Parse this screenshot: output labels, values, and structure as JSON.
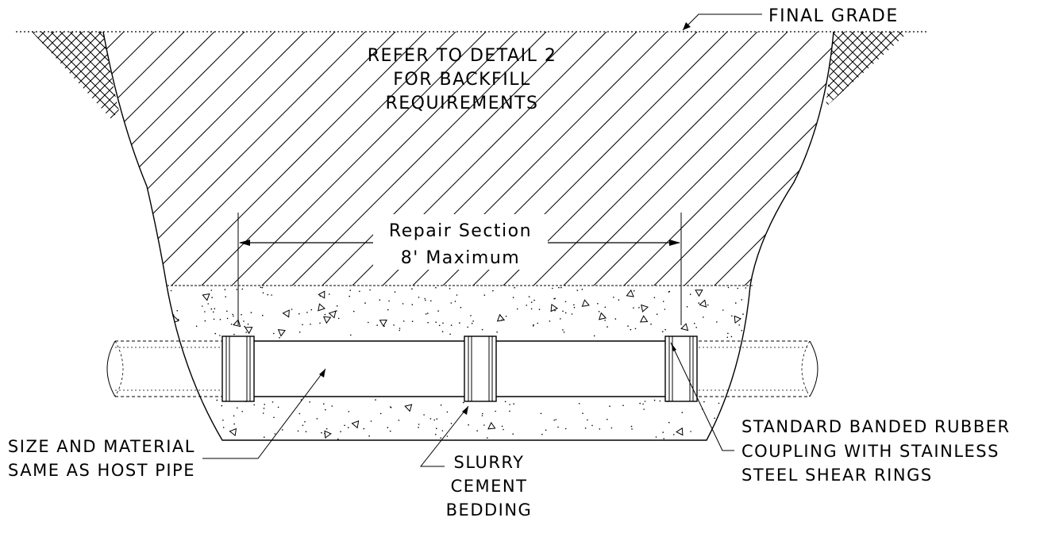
{
  "diagram": {
    "labels": {
      "final_grade": "FINAL GRADE",
      "backfill_note": [
        "REFER TO DETAIL 2",
        "FOR BACKFILL",
        "REQUIREMENTS"
      ],
      "repair_section": [
        "Repair Section",
        "8' Maximum"
      ],
      "pipe_note": [
        "SIZE AND MATERIAL",
        "SAME AS HOST PIPE"
      ],
      "bedding_note": [
        "SLURRY",
        "CEMENT",
        "BEDDING"
      ],
      "coupling_note": [
        "STANDARD BANDED RUBBER",
        "COUPLING WITH STAINLESS",
        "STEEL SHEAR RINGS"
      ]
    },
    "colors": {
      "line": "#000000",
      "background": "#ffffff"
    }
  }
}
